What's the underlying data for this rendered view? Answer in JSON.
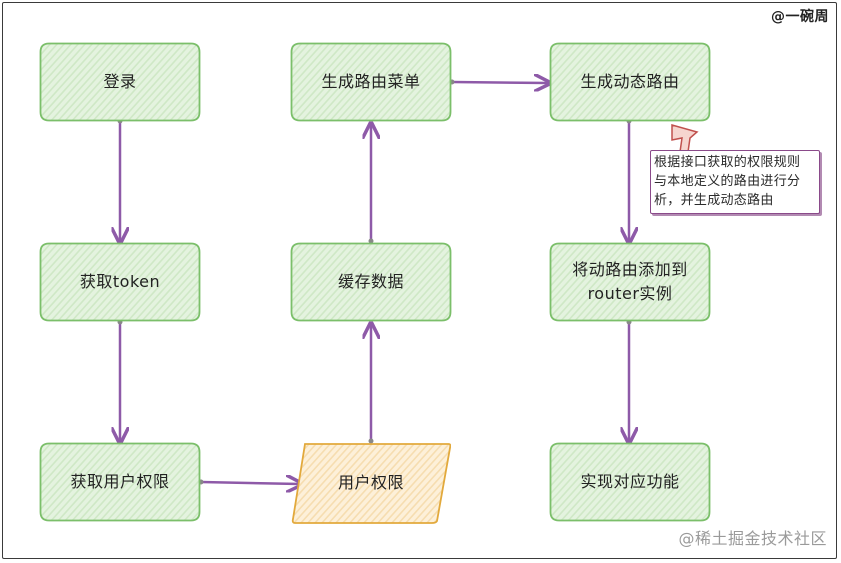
{
  "author": "@一碗周",
  "watermark": "@稀土掘金技术社区",
  "colors": {
    "node_stroke": "#7bbf6a",
    "node_fill": "#e4f3df",
    "node_hatch": "#cfe8c6",
    "data_stroke": "#e2a93c",
    "data_fill": "#fdf0d9",
    "data_hatch": "#f6ddb0",
    "arrow": "#8e5aa8",
    "note_border": "#8a4a8a",
    "callout_pointer": "#c0504d"
  },
  "nodes": {
    "login": "登录",
    "get_token": "获取token",
    "get_permissions": "获取用户权限",
    "user_permissions": "用户权限",
    "cache_data": "缓存数据",
    "gen_menu": "生成路由菜单",
    "gen_dynamic_routes": "生成动态路由",
    "add_routes": "将动路由添加到\nrouter实例",
    "implement_features": "实现对应功能"
  },
  "note": "根据接口获取的权限规则\n与本地定义的路由进行分\n析，并生成动态路由"
}
